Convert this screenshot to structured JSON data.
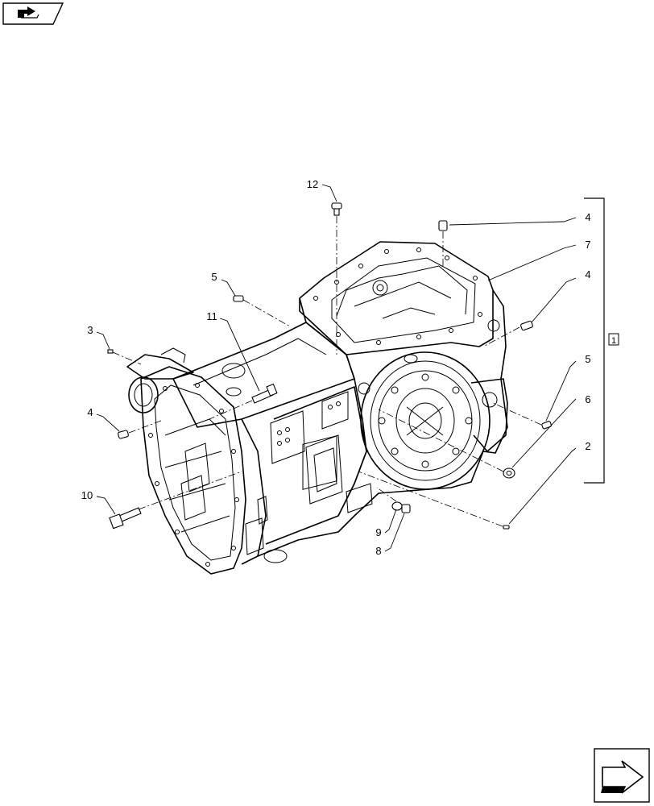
{
  "nav_icons": {
    "top_left": "book-arrow-icon",
    "bottom_right": "next-page-arrow-icon"
  },
  "callouts": [
    {
      "id": "c12a",
      "label": "12"
    },
    {
      "id": "c4a",
      "label": "4"
    },
    {
      "id": "c7",
      "label": "7"
    },
    {
      "id": "c5a",
      "label": "5"
    },
    {
      "id": "c4b",
      "label": "4"
    },
    {
      "id": "c11",
      "label": "11"
    },
    {
      "id": "c3",
      "label": "3"
    },
    {
      "id": "c4c",
      "label": "4"
    },
    {
      "id": "c5b",
      "label": "5"
    },
    {
      "id": "c6",
      "label": "6"
    },
    {
      "id": "c2",
      "label": "2"
    },
    {
      "id": "c10",
      "label": "10"
    },
    {
      "id": "c9",
      "label": "9"
    },
    {
      "id": "c8",
      "label": "8"
    }
  ],
  "assembly_box": {
    "label": "1"
  }
}
